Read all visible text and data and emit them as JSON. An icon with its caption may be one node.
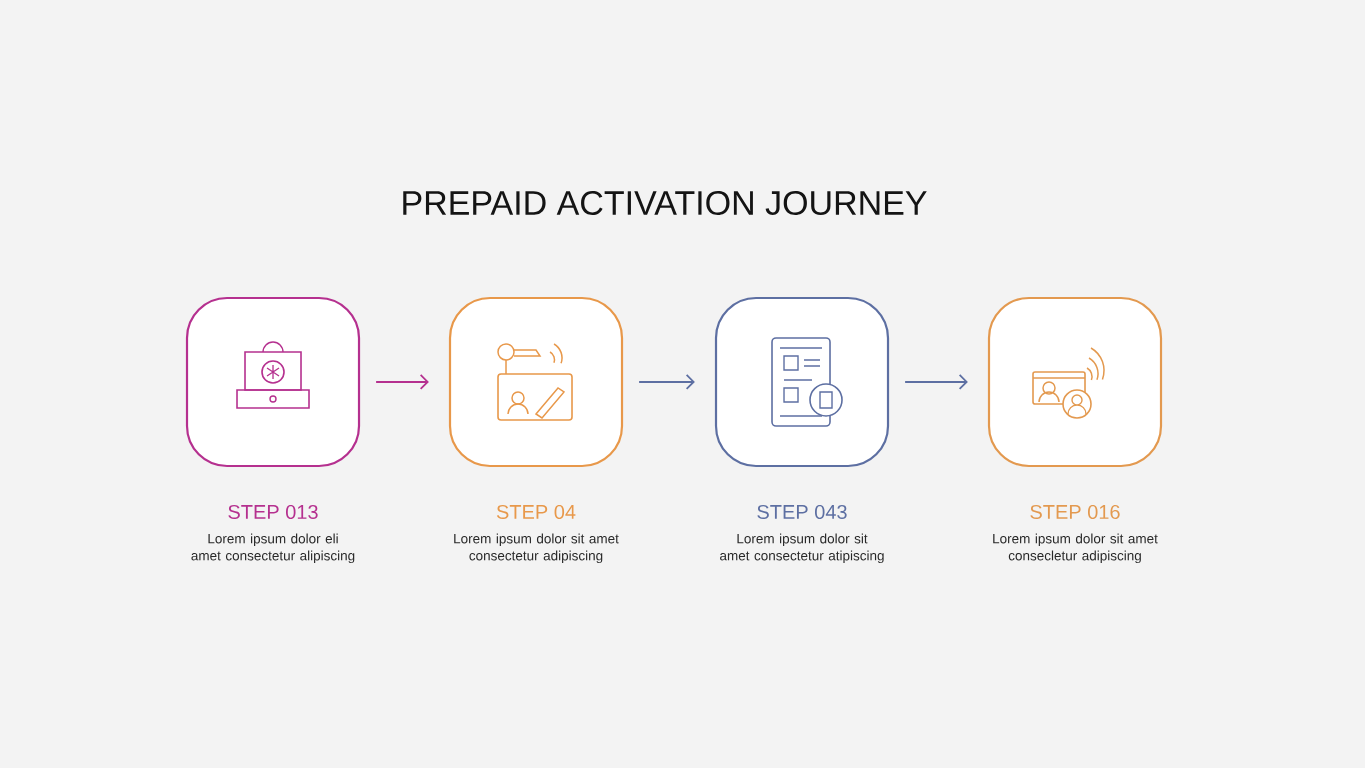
{
  "diagram": {
    "title": "PREPAID ACTIVATION JOURNEY",
    "nodes": [
      {
        "text": [
          "STEP 013",
          "Lorem ipsum dolor eli amet consectetur alipiscing"
        ]
      },
      {
        "text": [
          "STEP 04",
          "Lorem ipsum dolor sit amet consectetur adipiscing"
        ]
      },
      {
        "text": [
          "STEP 043",
          "Lorem ipsum dolor sit amet consectetur atipiscing"
        ]
      },
      {
        "text": [
          "STEP 016",
          "Lorem ipsum dolor sit amet consecletur adipiscing"
        ]
      }
    ],
    "edges": [
      {
        "from": 0,
        "to": 1,
        "arrow": "to",
        "color": "#b5308f"
      },
      {
        "from": 1,
        "to": 2,
        "arrow": "to"
      },
      {
        "from": 2,
        "to": 3,
        "arrow": "to"
      }
    ]
  }
}
